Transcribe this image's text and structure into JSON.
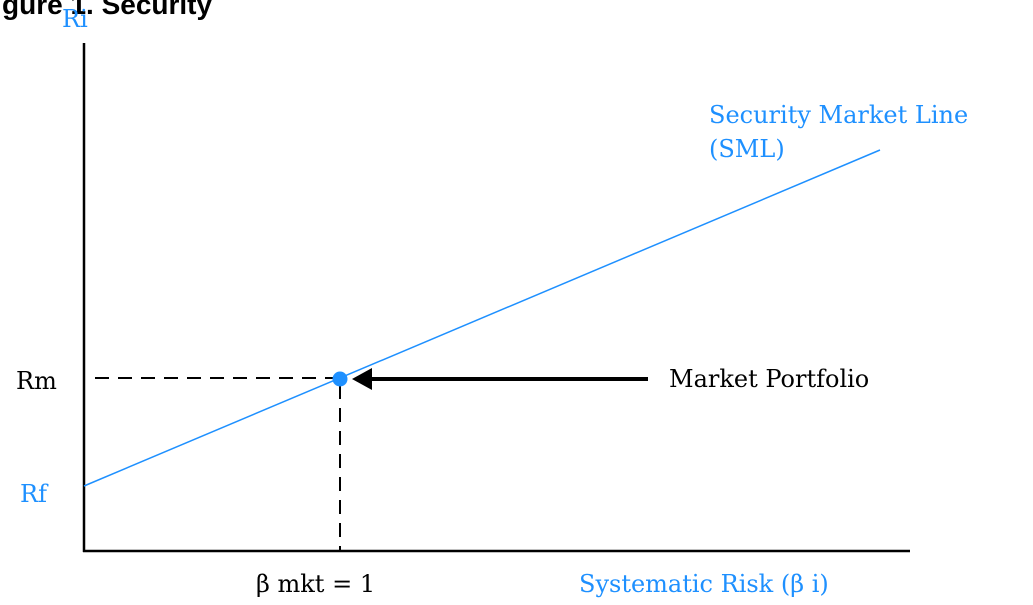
{
  "header": {
    "clipped_text": "gure 1.  Security"
  },
  "axes": {
    "y_label": "Ri",
    "x_label": "Systematic Risk (β i)",
    "rm_label": "Rm",
    "rf_label": "Rf",
    "beta_label": "β mkt = 1"
  },
  "sml": {
    "label_line1": "Security Market Line",
    "label_line2": "(SML)"
  },
  "market_portfolio": {
    "label": "Market Portfolio"
  },
  "colors": {
    "blue": "#1e90ff",
    "black": "#000000"
  }
}
